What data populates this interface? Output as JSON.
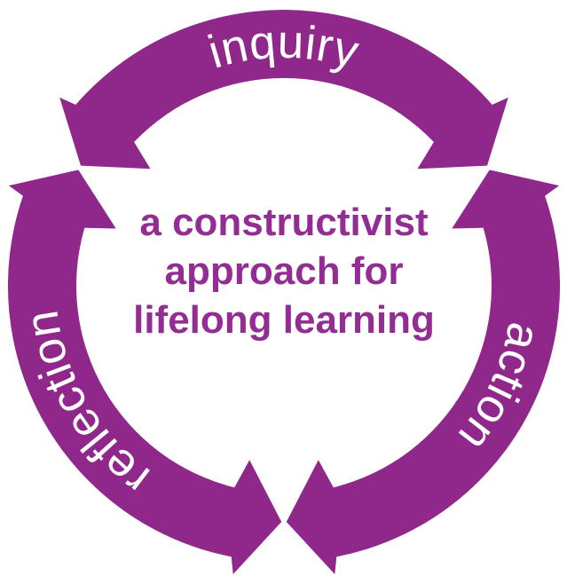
{
  "diagram": {
    "center_title_lines": [
      "a constructivist",
      "approach for",
      "lifelong learning"
    ],
    "arc_labels": {
      "top": "inquiry",
      "right": "action",
      "left": "reflection"
    },
    "colors": {
      "arrow": "#90288C",
      "arc_label_text": "#FFFFFF",
      "center_text": "#932D94",
      "background": "#FFFFFF"
    }
  }
}
